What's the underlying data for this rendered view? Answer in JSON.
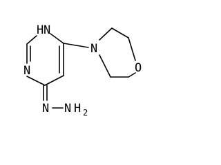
{
  "molecule": {
    "atoms": {
      "nh_n1": "N",
      "nh_h": "H",
      "n3": "N",
      "morpholine_n": "N",
      "morpholine_o": "O",
      "hydrazone_n_alpha": "N",
      "hydrazone_n_beta": "N",
      "hydrazone_h2_h": "H",
      "hydrazone_h2_subscript": "2"
    }
  }
}
